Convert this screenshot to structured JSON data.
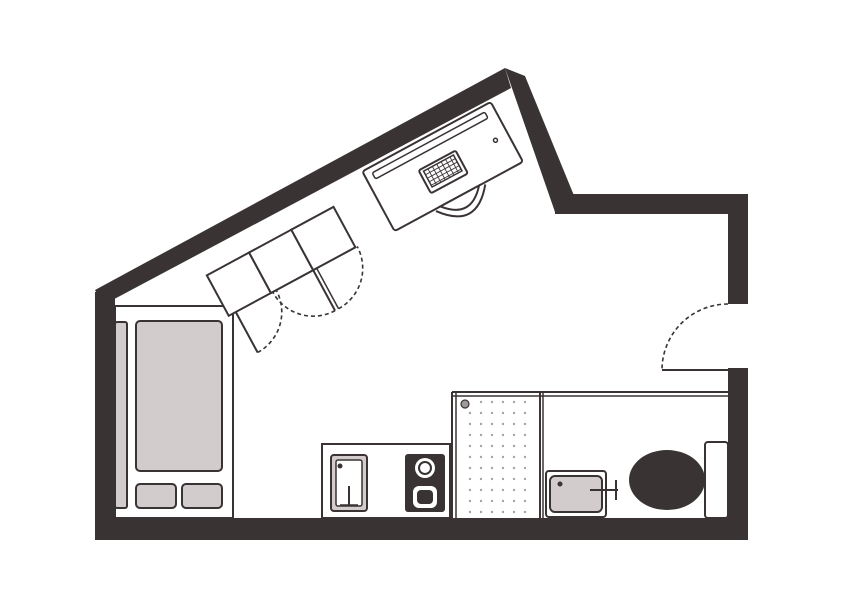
{
  "colors": {
    "wall": "#3a3334",
    "fixture_fill": "#d3cccc",
    "background": "#ffffff",
    "shower_dots": "#a9a3a3"
  },
  "rooms": [
    "studio",
    "kitchenette",
    "shower",
    "wc"
  ],
  "fixtures": [
    "bed",
    "pillows",
    "wardrobe",
    "desk",
    "laptop",
    "office-chair",
    "kitchen-sink",
    "hob",
    "shower-tray",
    "bathroom-sink",
    "toilet",
    "entrance-door"
  ]
}
